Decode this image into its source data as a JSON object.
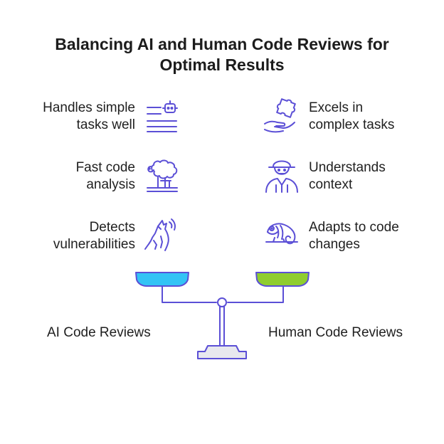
{
  "title": {
    "line1": "Balancing AI and Human Code Reviews for",
    "line2": "Optimal Results"
  },
  "left_items": [
    {
      "line1": "Handles simple",
      "line2": "tasks well",
      "icon": "robot-list-icon"
    },
    {
      "line1": "Fast code",
      "line2": "analysis",
      "icon": "sheep-on-stand-icon"
    },
    {
      "line1": "Detects",
      "line2": "vulnerabilities",
      "icon": "howling-wolf-icon"
    }
  ],
  "right_items": [
    {
      "line1": "Excels in",
      "line2": "complex tasks",
      "icon": "hand-puzzle-piece-icon"
    },
    {
      "line1": "Understands",
      "line2": "context",
      "icon": "detective-person-icon"
    },
    {
      "line1": "Adapts to code",
      "line2": "changes",
      "icon": "chameleon-icon"
    }
  ],
  "balance": {
    "left_label": "AI Code Reviews",
    "right_label": "Human Code Reviews",
    "left_pan_color": "#33c3f5",
    "right_pan_color": "#8fcd2f",
    "line_color": "#5b4fd6"
  }
}
